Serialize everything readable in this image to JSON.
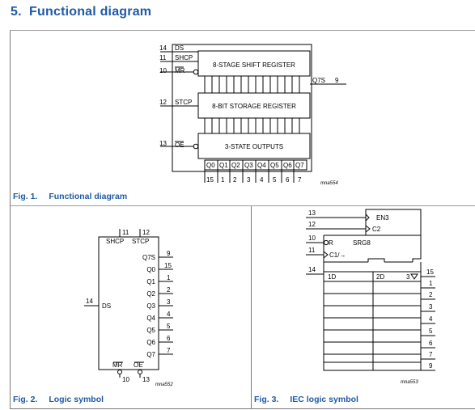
{
  "section": {
    "number": "5.",
    "title": "Functional diagram"
  },
  "fig1": {
    "caption_num": "Fig. 1.",
    "caption_text": "Functional diagram",
    "ref": "mna554",
    "blocks": {
      "shift_register": "8-STAGE SHIFT REGISTER",
      "storage_register": "8-BIT STORAGE REGISTER",
      "outputs": "3-STATE OUTPUTS"
    },
    "inputs": [
      {
        "pin": "14",
        "name": "DS"
      },
      {
        "pin": "11",
        "name": "SHCP"
      },
      {
        "pin": "10",
        "name": "MR"
      },
      {
        "pin": "12",
        "name": "STCP"
      },
      {
        "pin": "13",
        "name": "OE"
      }
    ],
    "serial_out": {
      "name": "Q7S",
      "pin": "9"
    },
    "outputs": [
      {
        "name": "Q0",
        "pin": "15"
      },
      {
        "name": "Q1",
        "pin": "1"
      },
      {
        "name": "Q2",
        "pin": "2"
      },
      {
        "name": "Q3",
        "pin": "3"
      },
      {
        "name": "Q4",
        "pin": "4"
      },
      {
        "name": "Q5",
        "pin": "5"
      },
      {
        "name": "Q6",
        "pin": "6"
      },
      {
        "name": "Q7",
        "pin": "7"
      }
    ]
  },
  "fig2": {
    "caption_num": "Fig. 2.",
    "caption_text": "Logic symbol",
    "ref": "mna552",
    "top_pins": [
      {
        "pin": "11",
        "name": "SHCP"
      },
      {
        "pin": "12",
        "name": "STCP"
      }
    ],
    "left_pin": {
      "pin": "14",
      "name": "DS"
    },
    "bottom_pins": [
      {
        "pin": "10",
        "name": "MR"
      },
      {
        "pin": "13",
        "name": "OE"
      }
    ],
    "outputs": [
      {
        "name": "Q7S",
        "pin": "9"
      },
      {
        "name": "Q0",
        "pin": "15"
      },
      {
        "name": "Q1",
        "pin": "1"
      },
      {
        "name": "Q2",
        "pin": "2"
      },
      {
        "name": "Q3",
        "pin": "3"
      },
      {
        "name": "Q4",
        "pin": "4"
      },
      {
        "name": "Q5",
        "pin": "5"
      },
      {
        "name": "Q6",
        "pin": "6"
      },
      {
        "name": "Q7",
        "pin": "7"
      }
    ]
  },
  "fig3": {
    "caption_num": "Fig. 3.",
    "caption_text": "IEC logic symbol",
    "ref": "mna553",
    "en": "EN3",
    "c2": "C2",
    "r": "R",
    "srg": "SRG8",
    "c1": "C1/→",
    "d1": "1D",
    "d2": "2D",
    "out3": "3",
    "inputs": [
      {
        "pin": "13"
      },
      {
        "pin": "12"
      },
      {
        "pin": "10"
      },
      {
        "pin": "11"
      },
      {
        "pin": "14"
      }
    ],
    "output_pins": [
      "15",
      "1",
      "2",
      "3",
      "4",
      "5",
      "6",
      "7",
      "9"
    ]
  }
}
